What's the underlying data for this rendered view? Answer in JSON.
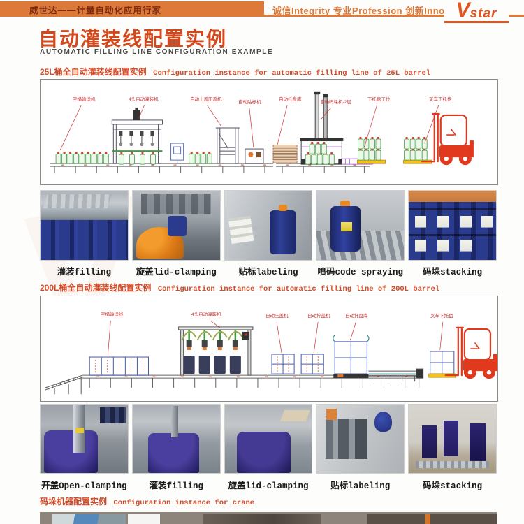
{
  "header": {
    "brand": "威世达——计量自动化应用行家",
    "slogan": "诚信Integrity 专业Profession 创新Innovation",
    "logo": {
      "v": "V",
      "rest": "star"
    }
  },
  "title": {
    "zh": "自动灌装线配置实例",
    "en": "AUTOMATIC FILLING LINE CONFIGURATION EXAMPLE"
  },
  "sections": [
    {
      "heading_zh": "25L桶全自动灌装线配置实例",
      "heading_en": "Configuration instance for automatic filling line of 25L barrel",
      "diagram_labels": [
        "空桶输送机",
        "4头自动灌装机",
        "自动上盖压盖机",
        "自动贴标机",
        "自动托盘库",
        "自动码垛机-2层",
        "下托盘工位",
        "叉车下托盘"
      ],
      "captions": [
        "灌装filling",
        "旋盖lid-clamping",
        "贴标labeling",
        "喷码code spraying",
        "码垛stacking"
      ]
    },
    {
      "heading_zh": "200L桶全自动灌装线配置实例",
      "heading_en": "Configuration instance for automatic filling line of 200L barrel",
      "diagram_labels": [
        "空桶输送线",
        "4头自动灌装机",
        "自动压盖机",
        "自动拧盖机",
        "自动托盘库",
        "叉车下托盘"
      ],
      "captions": [
        "开盖Open-clamping",
        "灌装filling",
        "旋盖lid-clamping",
        "贴标labeling",
        "码垛stacking"
      ]
    },
    {
      "heading_zh": "码垛机器配置实例",
      "heading_en": "Configuration instance for crane"
    }
  ],
  "colors": {
    "accent_orange": "#dd7a3a",
    "brand_maroon": "#7c2a10",
    "title_red": "#d2491e",
    "heading_red": "#d14a28",
    "diagram_label_red": "#cc3333",
    "can_blue": "#23337e",
    "drum_purple": "#2c2470",
    "cap_orange": "#e8881f",
    "forklift_red": "#e0391e"
  }
}
